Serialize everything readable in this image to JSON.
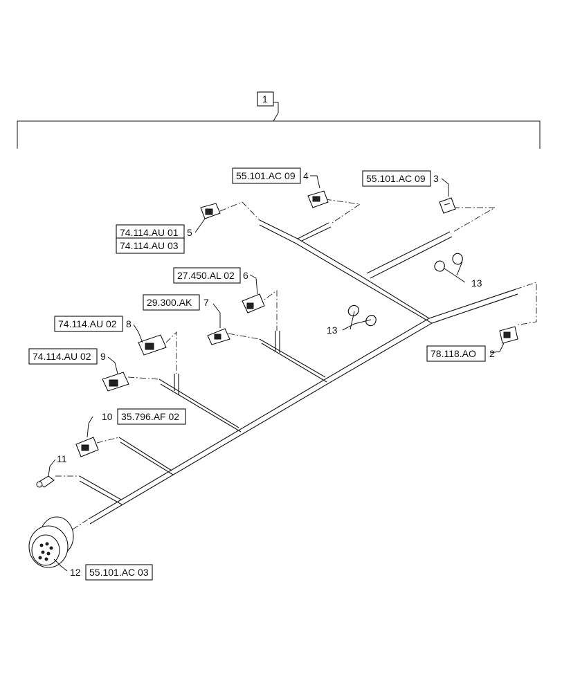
{
  "assembly": {
    "callout": "1"
  },
  "callouts": [
    {
      "id": "c4",
      "number": "4",
      "refs": [
        "55.101.AC 09"
      ]
    },
    {
      "id": "c3",
      "number": "3",
      "refs": [
        "55.101.AC 09"
      ]
    },
    {
      "id": "c5",
      "number": "5",
      "refs": [
        "74.114.AU 01",
        "74.114.AU 03"
      ]
    },
    {
      "id": "c6",
      "number": "6",
      "refs": [
        "27.450.AL 02"
      ]
    },
    {
      "id": "c7",
      "number": "7",
      "refs": [
        "29.300.AK"
      ]
    },
    {
      "id": "c8",
      "number": "8",
      "refs": [
        "74.114.AU 02"
      ]
    },
    {
      "id": "c9",
      "number": "9",
      "refs": [
        "74.114.AU 02"
      ]
    },
    {
      "id": "c10",
      "number": "10",
      "refs": [
        "35.796.AF 02"
      ]
    },
    {
      "id": "c11",
      "number": "11",
      "refs": []
    },
    {
      "id": "c12",
      "number": "12",
      "refs": [
        "55.101.AC 03"
      ]
    },
    {
      "id": "c2",
      "number": "2",
      "refs": [
        "78.118.AO"
      ]
    },
    {
      "id": "c13a",
      "number": "13",
      "refs": []
    },
    {
      "id": "c13b",
      "number": "13",
      "refs": []
    }
  ]
}
